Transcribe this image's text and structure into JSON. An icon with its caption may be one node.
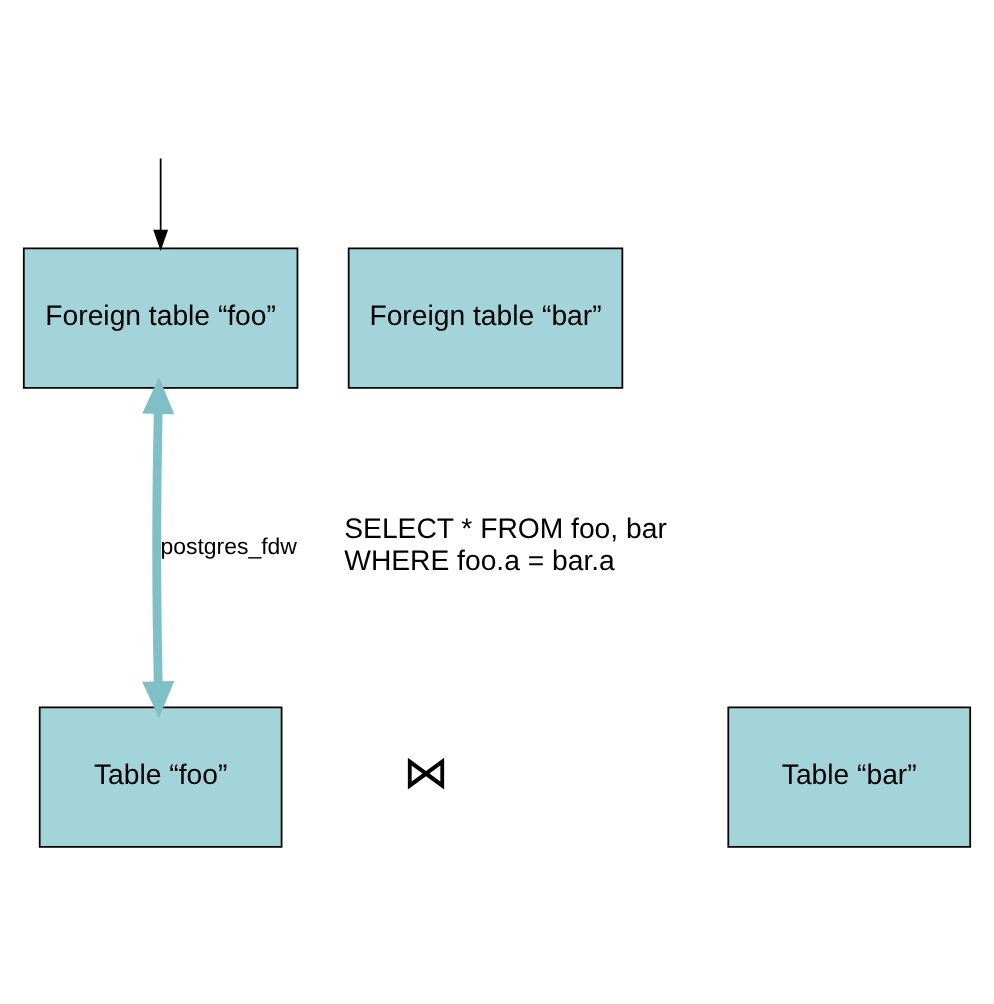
{
  "diagram": {
    "nodes": [
      {
        "text": [
          "Foreign table “foo”"
        ]
      },
      {
        "text": [
          "Foreign table “bar”"
        ]
      },
      {
        "text": [
          "Table “foo”"
        ]
      },
      {
        "text": [
          "Table “bar”"
        ]
      }
    ],
    "edges": [
      {
        "from": null,
        "to": 0,
        "arrow": "to"
      },
      {
        "from": 0,
        "to": 2,
        "arrow": "both",
        "label": "postgres_fdw",
        "style": "thick",
        "color": "#7fbfc6"
      }
    ],
    "labels": [
      "SELECT * FROM foo, bar WHERE foo.a = bar.a",
      "⋈"
    ]
  }
}
